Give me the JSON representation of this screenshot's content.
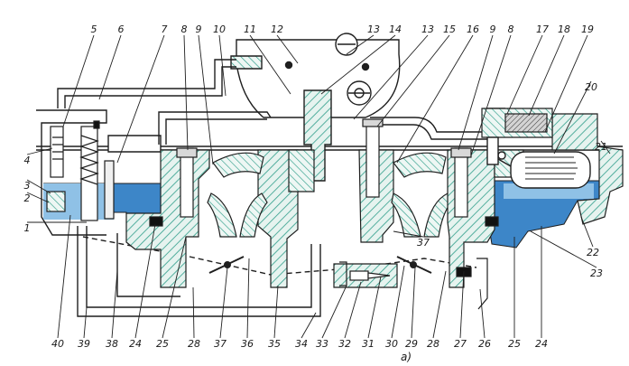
{
  "labels_top": [
    "5",
    "6",
    "7",
    "8",
    "9",
    "10",
    "11",
    "12",
    "13",
    "14",
    "13",
    "15",
    "16",
    "9",
    "8",
    "17",
    "18",
    "19",
    "20"
  ],
  "labels_left": [
    "4",
    "3",
    "2",
    "1"
  ],
  "labels_right": [
    "21",
    "22",
    "23"
  ],
  "labels_bottom": [
    "40",
    "39",
    "38",
    "24",
    "25",
    "28",
    "37",
    "36",
    "35",
    "34",
    "33",
    "32",
    "31",
    "30",
    "29",
    "28",
    "27",
    "26",
    "25",
    "24"
  ],
  "label_inner": "37",
  "caption": "а)",
  "colors": {
    "line": "#1f1f1f",
    "fuel": "#3d86c8",
    "fuel_light": "#8fc1e6",
    "hatch": "#2f9e8a",
    "background": "#ffffff"
  }
}
